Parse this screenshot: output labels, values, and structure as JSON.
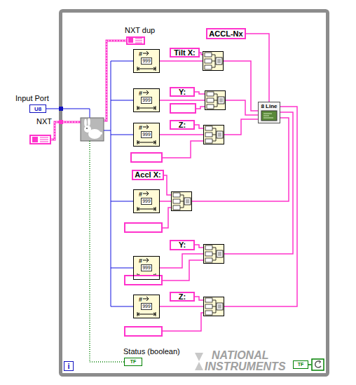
{
  "diagram": {
    "nodes": [
      {
        "text": [
          "NXT dup"
        ]
      },
      {
        "text": [
          "ACCL-Nx"
        ]
      },
      {
        "text": [
          "#",
          "999"
        ]
      },
      {
        "text": [
          "Tilt X:"
        ]
      },
      {
        "text": [
          "Input Port",
          "U8"
        ]
      },
      {
        "text": [
          "#",
          "999"
        ]
      },
      {
        "text": [
          "Y:"
        ]
      },
      {
        "text": [
          "8 Line"
        ]
      },
      {
        "text": [
          "NXT"
        ]
      },
      {
        "text": [
          "#",
          "999"
        ]
      },
      {
        "text": [
          "Z:"
        ]
      },
      {
        "text": [
          "Accl X:"
        ]
      },
      {
        "text": [
          "#",
          "999"
        ]
      },
      {
        "text": [
          "Y:"
        ]
      },
      {
        "text": [
          "#",
          "999"
        ]
      },
      {
        "text": [
          "Z:"
        ]
      },
      {
        "text": [
          "#",
          "999"
        ]
      },
      {
        "text": [
          "Status (boolean)",
          "TF"
        ]
      },
      {
        "text": [
          "i"
        ]
      },
      {
        "text": [
          "TF"
        ]
      }
    ],
    "edges": [
      {
        "from": 1,
        "to": 7,
        "arrow": "none"
      }
    ],
    "labels": [
      "NATIONAL",
      "INSTRUMENTS"
    ]
  }
}
